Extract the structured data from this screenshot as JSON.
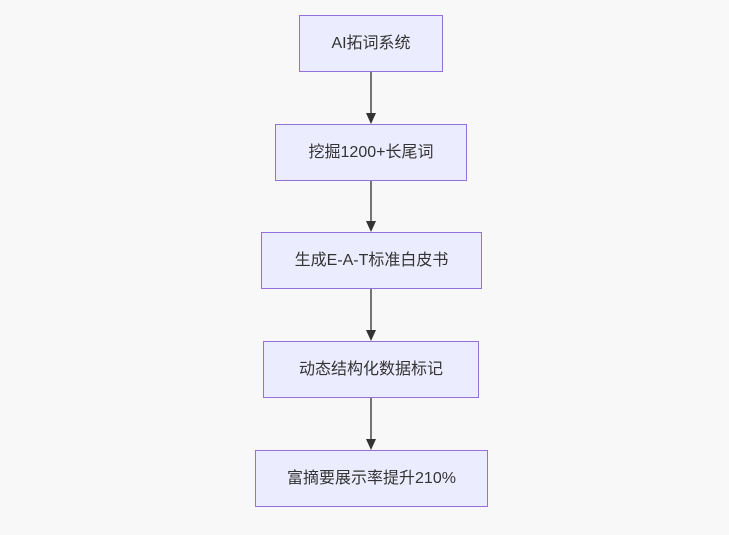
{
  "diagram": {
    "type": "flowchart",
    "direction": "top-down",
    "nodes": [
      {
        "id": "A",
        "label": "AI拓词系统"
      },
      {
        "id": "B",
        "label": "挖掘1200+长尾词"
      },
      {
        "id": "C",
        "label": "生成E-A-T标准白皮书"
      },
      {
        "id": "D",
        "label": "动态结构化数据标记"
      },
      {
        "id": "E",
        "label": "富摘要展示率提升210%"
      }
    ],
    "edges": [
      {
        "from": "A",
        "to": "B",
        "style": "arrow-down"
      },
      {
        "from": "B",
        "to": "C",
        "style": "arrow-down"
      },
      {
        "from": "C",
        "to": "D",
        "style": "arrow-down"
      },
      {
        "from": "D",
        "to": "E",
        "style": "arrow-down"
      }
    ],
    "colors": {
      "background": "#f8f8f8",
      "node_fill": "#ececff",
      "node_border": "#9370db",
      "node_text": "#333333",
      "arrow_line": "#757575",
      "arrow_head": "#333333"
    }
  }
}
